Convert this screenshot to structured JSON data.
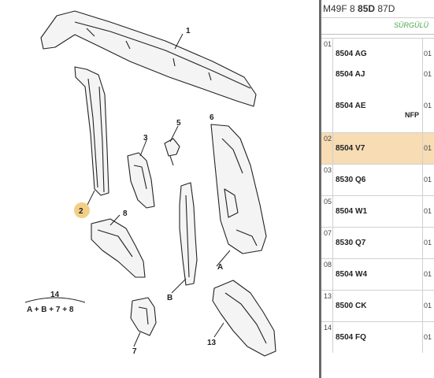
{
  "header": {
    "prefix": "M49F 8 ",
    "highlight": "85D",
    "suffix": " 87D"
  },
  "subheader": {
    "label": "SÜRGÜLÜ"
  },
  "diagram": {
    "callouts": [
      "1",
      "2",
      "3",
      "5",
      "6",
      "8",
      "7",
      "13",
      "A",
      "B"
    ],
    "legend_number": "14",
    "legend_formula": "A + B + 7 + 8"
  },
  "rows": [
    {
      "idx": "01",
      "lines": [
        {
          "code": "8504 AG",
          "qty": "01",
          "note": ""
        },
        {
          "code": "8504 AJ",
          "qty": "01",
          "note": ""
        },
        {
          "code": "8504 AE",
          "qty": "01",
          "note": "NFP"
        }
      ],
      "selected": false
    },
    {
      "idx": "02",
      "lines": [
        {
          "code": "8504 V7",
          "qty": "01",
          "note": ""
        }
      ],
      "selected": true
    },
    {
      "idx": "03",
      "lines": [
        {
          "code": "8530 Q6",
          "qty": "01",
          "note": ""
        }
      ],
      "selected": false
    },
    {
      "idx": "05",
      "lines": [
        {
          "code": "8504 W1",
          "qty": "01",
          "note": ""
        }
      ],
      "selected": false
    },
    {
      "idx": "07",
      "lines": [
        {
          "code": "8530 Q7",
          "qty": "01",
          "note": ""
        }
      ],
      "selected": false
    },
    {
      "idx": "08",
      "lines": [
        {
          "code": "8504 W4",
          "qty": "01",
          "note": ""
        }
      ],
      "selected": false
    },
    {
      "idx": "13",
      "lines": [
        {
          "code": "8500 CK",
          "qty": "01",
          "note": ""
        }
      ],
      "selected": false
    },
    {
      "idx": "14",
      "lines": [
        {
          "code": "8504 FQ",
          "qty": "01",
          "note": ""
        }
      ],
      "selected": false
    }
  ]
}
